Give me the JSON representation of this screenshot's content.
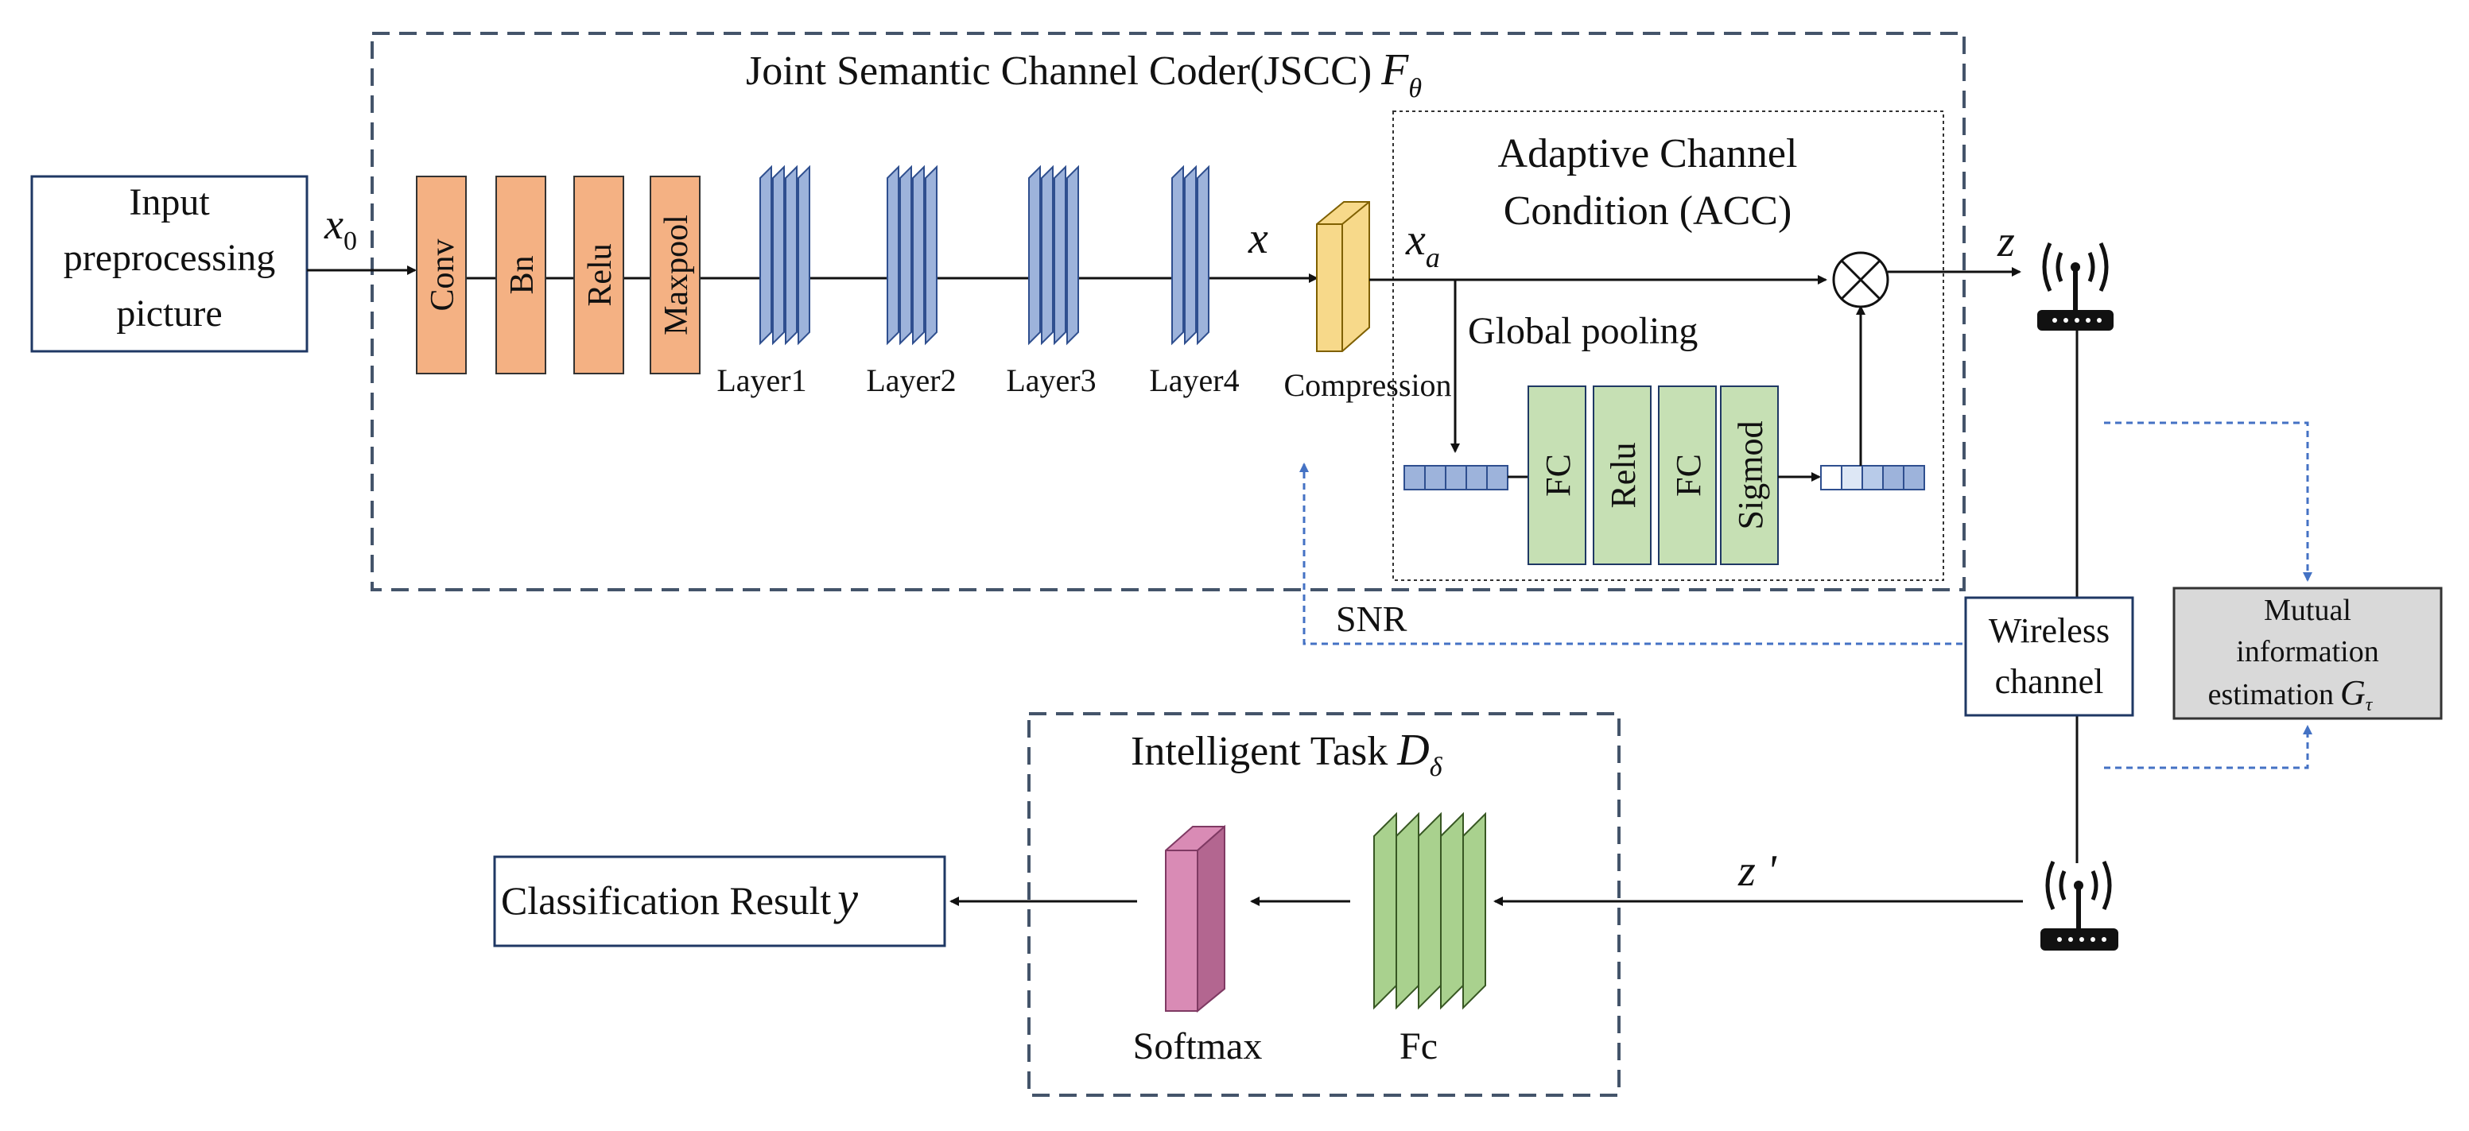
{
  "jscc": {
    "title": "Joint Semantic Channel Coder(JSCC)",
    "symbol": "F",
    "subscript": "θ"
  },
  "input_box": {
    "lines": [
      "Input",
      "preprocessing",
      "picture"
    ]
  },
  "x0": {
    "main": "x",
    "sub": "0"
  },
  "stem_blocks": [
    "Conv",
    "Bn",
    "Relu",
    "Maxpool"
  ],
  "layers": [
    "Layer1",
    "Layer2",
    "Layer3",
    "Layer4"
  ],
  "x_label": "x",
  "compression_label": "Compression",
  "xa": {
    "main": "x",
    "sub": "a"
  },
  "acc": {
    "title_lines": [
      "Adaptive Channel",
      "Condition (ACC)"
    ],
    "pooling_label": "Global pooling",
    "blocks": [
      "FC",
      "Relu",
      "FC",
      "Sigmod"
    ]
  },
  "z_label": "z",
  "snr_label": "SNR",
  "wireless_box": {
    "lines": [
      "Wireless",
      "channel"
    ]
  },
  "mi_box": {
    "lines": [
      "Mutual",
      "information",
      "estimation"
    ],
    "symbol": "G",
    "subscript": "τ"
  },
  "task": {
    "title": "Intelligent Task",
    "symbol": "D",
    "subscript": "δ"
  },
  "z_prime_label": "z '",
  "fc_label": "Fc",
  "softmax_label": "Softmax",
  "result_box": {
    "label": "Classification Result",
    "symbol": "y"
  },
  "colors": {
    "stem": "#f4b183",
    "layer": "#9db3db",
    "compression": "#f7d98a",
    "acc_block": "#c6e0b4",
    "softmax": "#d98bb5",
    "fc_stack": "#a9d18e",
    "dash_blue": "#4472c4",
    "frame": "#44546a"
  }
}
